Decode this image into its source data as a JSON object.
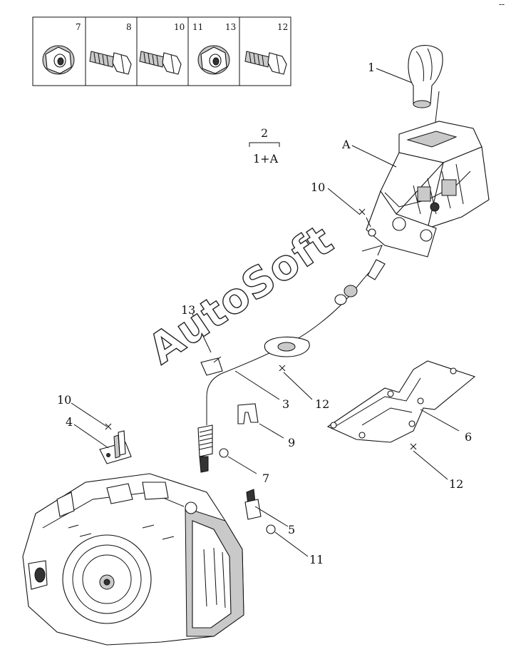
{
  "fastener_table": {
    "cells": [
      {
        "labels": [
          "7"
        ],
        "icon": "flange-nut-icon"
      },
      {
        "labels": [
          "8"
        ],
        "icon": "bolt-icon"
      },
      {
        "labels": [
          "10"
        ],
        "icon": "bolt-icon"
      },
      {
        "labels": [
          "11",
          "13"
        ],
        "icon": "flange-nut-icon"
      },
      {
        "labels": [
          "12"
        ],
        "icon": "bolt-icon"
      }
    ]
  },
  "assembly_note": {
    "top": "2",
    "bottom": "1+A"
  },
  "callouts": {
    "c1": "1",
    "cA": "A",
    "c10a": "10",
    "c13": "13",
    "c3": "3",
    "c12a": "12",
    "c10b": "10",
    "c4": "4",
    "c9": "9",
    "c6": "6",
    "c12b": "12",
    "c7": "7",
    "c5": "5",
    "c11": "11"
  },
  "watermark": "AutoSoft",
  "corner_mark": "--"
}
